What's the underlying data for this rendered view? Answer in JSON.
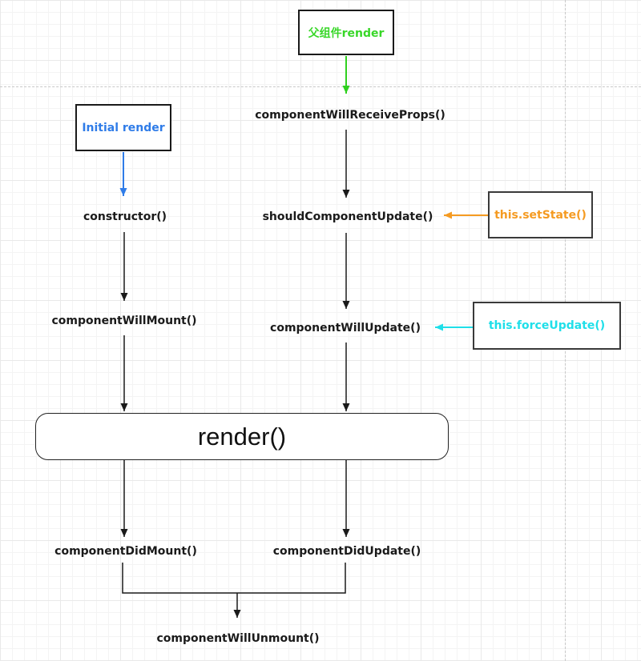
{
  "canvas": {
    "background": "#ffffff",
    "grid_minor_color": "#f4f4f4",
    "grid_major_color": "#e9e9e9",
    "page_break_color": "#c9c9c9"
  },
  "nodes": {
    "parent_render": {
      "label": "父组件render",
      "color": "#38d728"
    },
    "initial_render": {
      "label": "Initial render",
      "color": "#2f7ce8"
    },
    "set_state": {
      "label": "this.setState()",
      "color": "#f59b22"
    },
    "force_update": {
      "label": "this.forceUpdate()",
      "color": "#1fdfe9"
    },
    "render": {
      "label": "render()",
      "color": "#111111"
    },
    "component_will_receive_props": {
      "label": "componentWillReceiveProps()",
      "color": "#1a1a1a"
    },
    "should_component_update": {
      "label": "shouldComponentUpdate()",
      "color": "#1a1a1a"
    },
    "component_will_update": {
      "label": "componentWillUpdate()",
      "color": "#1a1a1a"
    },
    "constructor_node": {
      "label": "constructor()",
      "color": "#1a1a1a"
    },
    "component_will_mount": {
      "label": "componentWillMount()",
      "color": "#1a1a1a"
    },
    "component_did_mount": {
      "label": "componentDidMount()",
      "color": "#1a1a1a"
    },
    "component_did_update": {
      "label": "componentDidUpdate()",
      "color": "#1a1a1a"
    },
    "component_will_unmount": {
      "label": "componentWillUnmount()",
      "color": "#1a1a1a"
    }
  },
  "arrow_colors": {
    "black": "#1a1a1a",
    "green": "#2fd01f",
    "blue": "#2f7ce8",
    "orange": "#f59b22",
    "cyan": "#1fdfe9"
  }
}
